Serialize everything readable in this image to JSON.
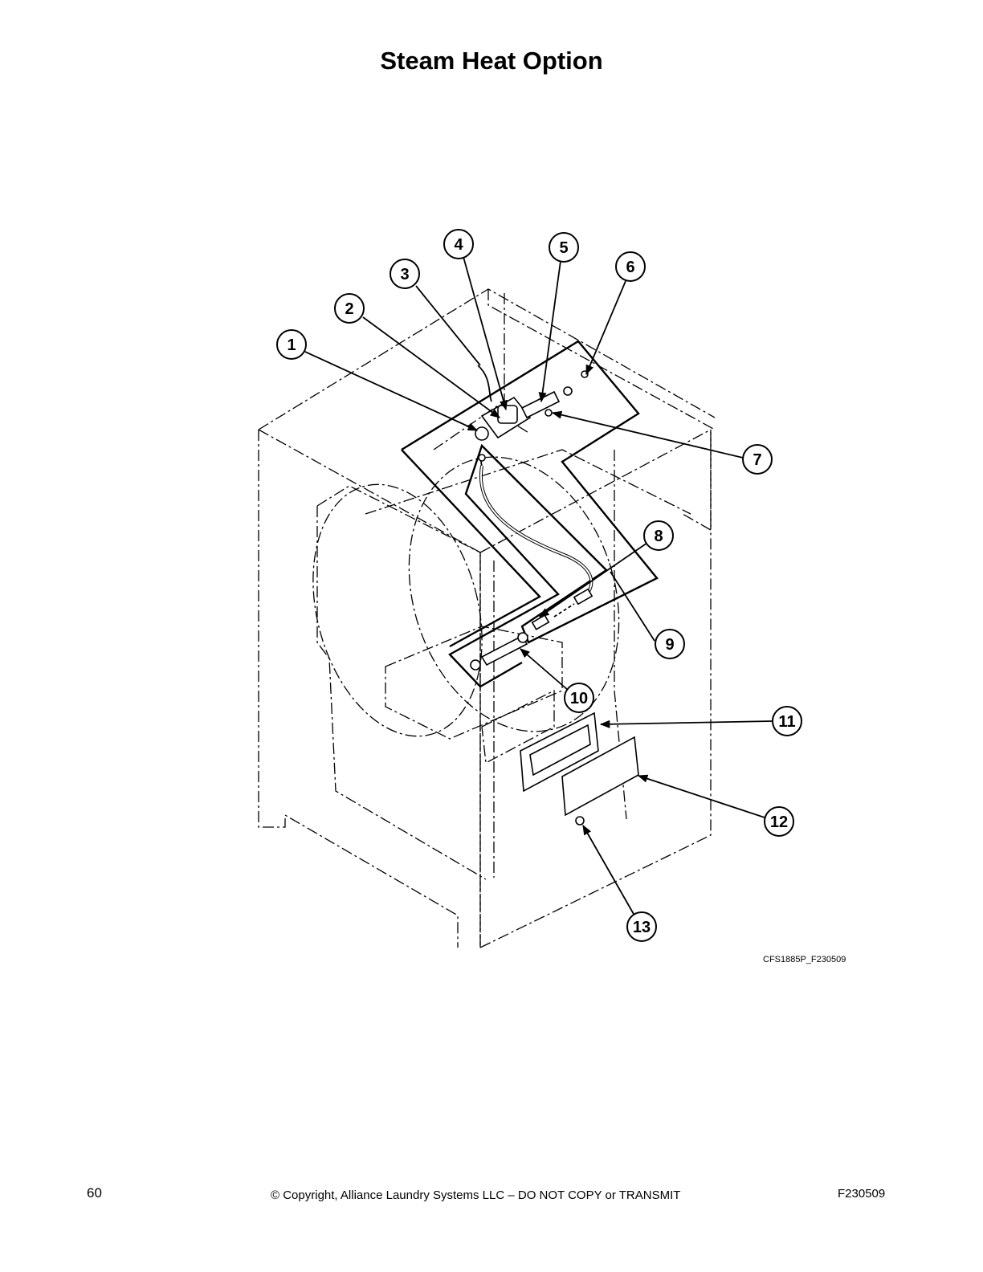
{
  "title": "Steam Heat Option",
  "figure_id": "CFS1885P_F230509",
  "callouts": [
    "1",
    "2",
    "3",
    "4",
    "5",
    "6",
    "7",
    "8",
    "9",
    "10",
    "11",
    "12",
    "13"
  ],
  "footer": {
    "page_number": "60",
    "copyright": "© Copyright, Alliance Laundry Systems LLC – DO NOT COPY or TRANSMIT",
    "doc_code": "F230509"
  }
}
